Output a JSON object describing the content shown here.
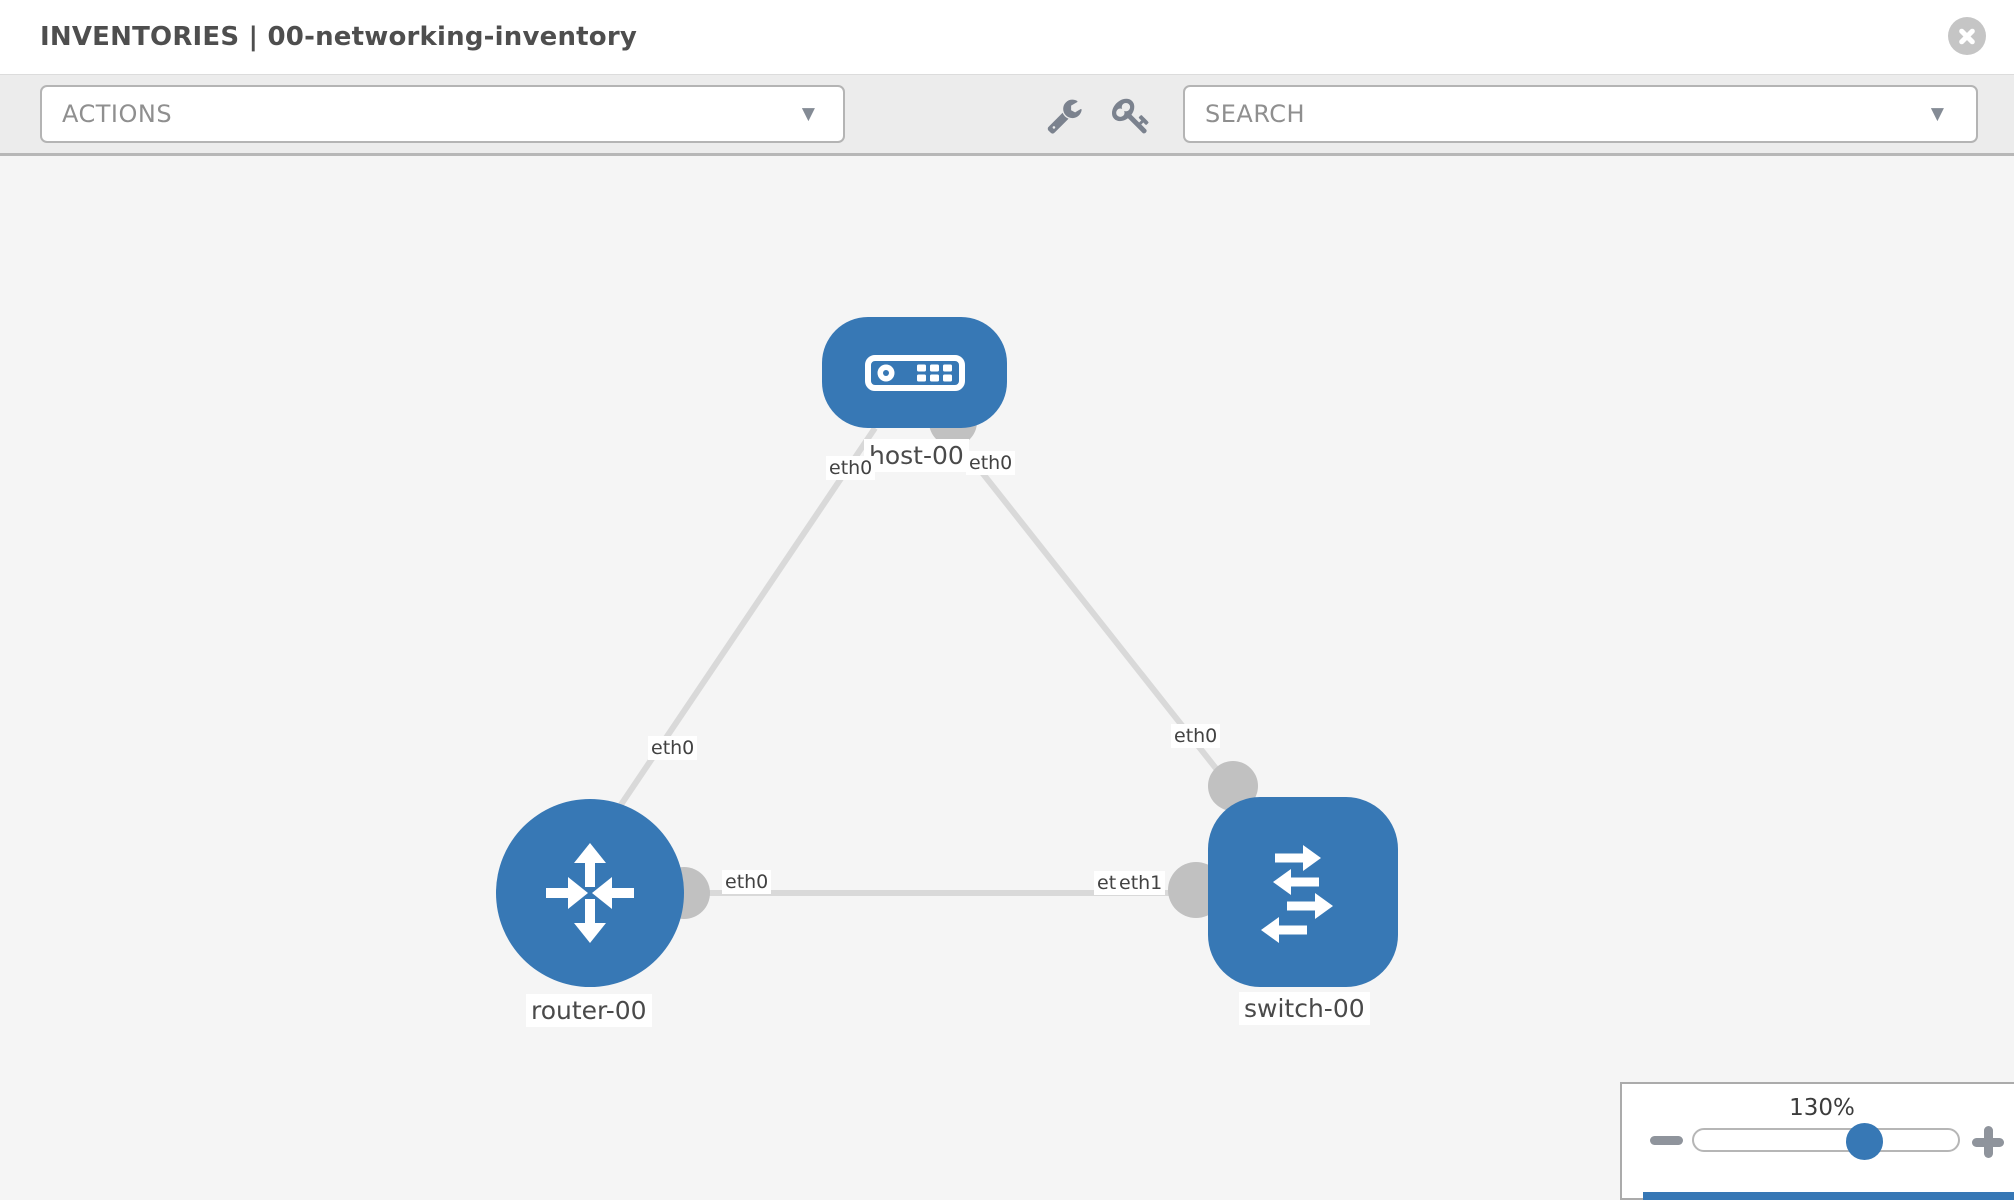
{
  "header": {
    "title": "INVENTORIES | 00-networking-inventory"
  },
  "toolbar": {
    "actions_label": "ACTIONS",
    "search_placeholder": "SEARCH",
    "caret_char": "▼",
    "icons": [
      "wrench-icon",
      "key-icon"
    ]
  },
  "topology": {
    "nodes": [
      {
        "label": "host-00",
        "type": "host"
      },
      {
        "label": "router-00",
        "type": "router"
      },
      {
        "label": "switch-00",
        "type": "switch"
      }
    ],
    "interfaces": {
      "host_left": "eth0",
      "host_right": "eth0",
      "router_top": "eth0",
      "router_right": "eth0",
      "switch_top": "eth0",
      "switch_left_back": "eth0",
      "switch_left_front": "eth1"
    },
    "links": [
      {
        "from": "host-00",
        "from_if": "eth0",
        "to": "router-00",
        "to_if": "eth0"
      },
      {
        "from": "host-00",
        "from_if": "eth0",
        "to": "switch-00",
        "to_if": "eth0"
      },
      {
        "from": "router-00",
        "from_if": "eth0",
        "to": "switch-00",
        "to_if": "eth1"
      }
    ]
  },
  "zoom_control": {
    "value": "130%",
    "minus_icon": "minus",
    "plus_icon": "plus"
  },
  "colors": {
    "node_blue": "#3778b5",
    "link_gray": "#d9d9d9",
    "endpoint_gray": "#c1c1c1",
    "toolbar_gray": "#ececec"
  }
}
